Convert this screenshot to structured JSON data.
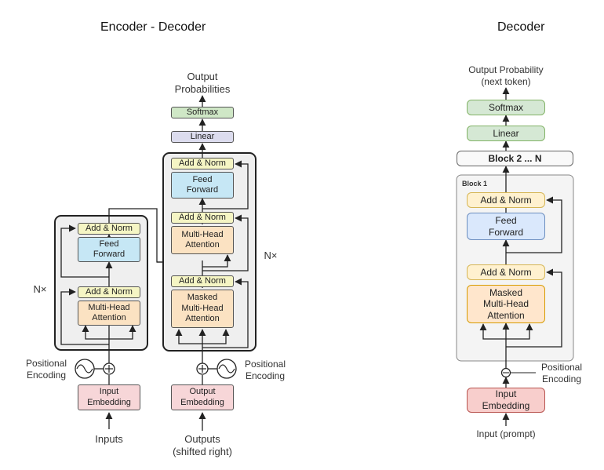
{
  "titles": {
    "left": "Encoder - Decoder",
    "right": "Decoder"
  },
  "encoder": {
    "add_norm_top": "Add & Norm",
    "feed_forward": "Feed\nForward",
    "add_norm_bottom": "Add & Norm",
    "attention": "Multi-Head\nAttention",
    "repeat": "N×",
    "positional": "Positional\nEncoding",
    "embedding": "Input\nEmbedding",
    "input": "Inputs"
  },
  "decoder_left": {
    "output_probabilities": "Output\nProbabilities",
    "softmax": "Softmax",
    "linear": "Linear",
    "add_norm_top": "Add & Norm",
    "feed_forward": "Feed\nForward",
    "add_norm_mid": "Add & Norm",
    "attention": "Multi-Head\nAttention",
    "add_norm_bottom": "Add & Norm",
    "masked_attention": "Masked\nMulti-Head\nAttention",
    "repeat": "N×",
    "positional": "Positional\nEncoding",
    "embedding": "Output\nEmbedding",
    "input": "Outputs\n(shifted right)"
  },
  "decoder_right": {
    "output_probability": "Output Probability\n(next token)",
    "softmax": "Softmax",
    "linear": "Linear",
    "block_stack": "Block 2 ... N",
    "block_label": "Block 1",
    "add_norm_top": "Add & Norm",
    "feed_forward": "Feed\nForward",
    "add_norm_bottom": "Add & Norm",
    "masked_attention": "Masked\nMulti-Head\nAttention",
    "positional": "Positional\nEncoding",
    "embedding": "Input\nEmbedding",
    "input": "Input (prompt)"
  }
}
